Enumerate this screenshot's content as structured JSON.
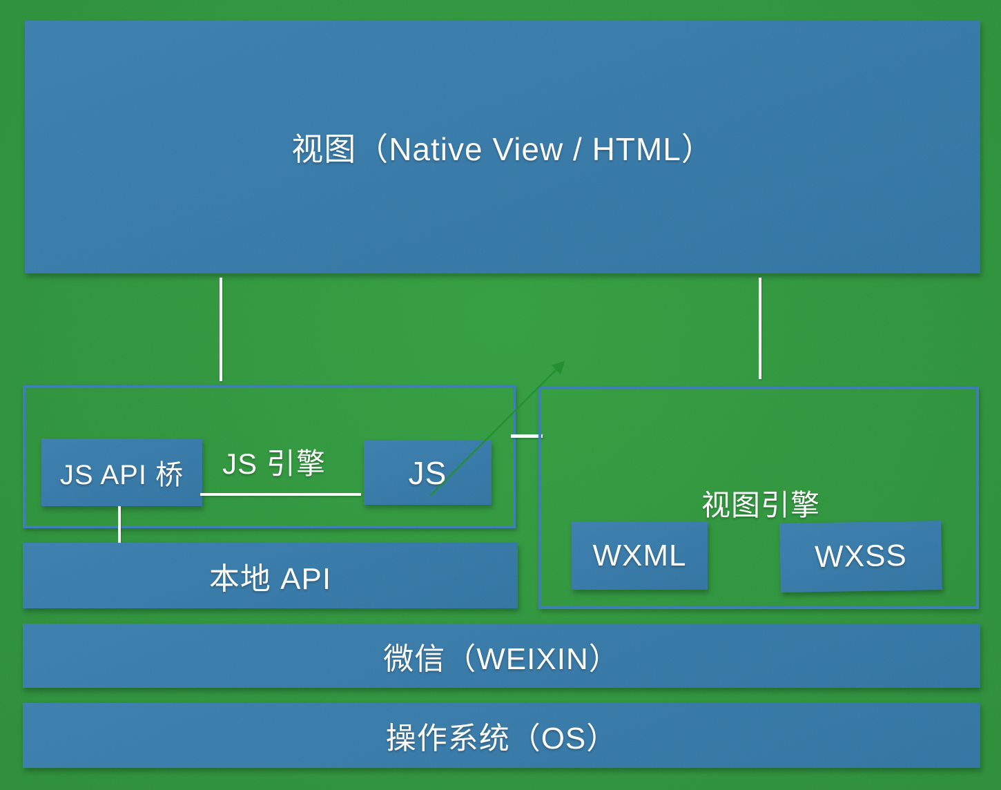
{
  "colors": {
    "background_green": "#2f9a3d",
    "box_blue": "#337aab",
    "outline_blue": "#3a7eb4",
    "text_white": "#ffffff",
    "connector_white": "#ffffff",
    "arrow_green": "#1f8f2a"
  },
  "diagram": {
    "view_layer": {
      "label": "视图（Native View / HTML）"
    },
    "js_engine": {
      "label": "JS 引擎",
      "js_api_bridge": {
        "label": "JS API 桥"
      },
      "js": {
        "label": "JS"
      }
    },
    "native_api": {
      "label": "本地 API"
    },
    "view_engine": {
      "label": "视图引擎",
      "wxml": {
        "label": "WXML"
      },
      "wxss": {
        "label": "WXSS"
      }
    },
    "weixin": {
      "label": "微信（WEIXIN）"
    },
    "os": {
      "label": "操作系统（OS）"
    }
  }
}
